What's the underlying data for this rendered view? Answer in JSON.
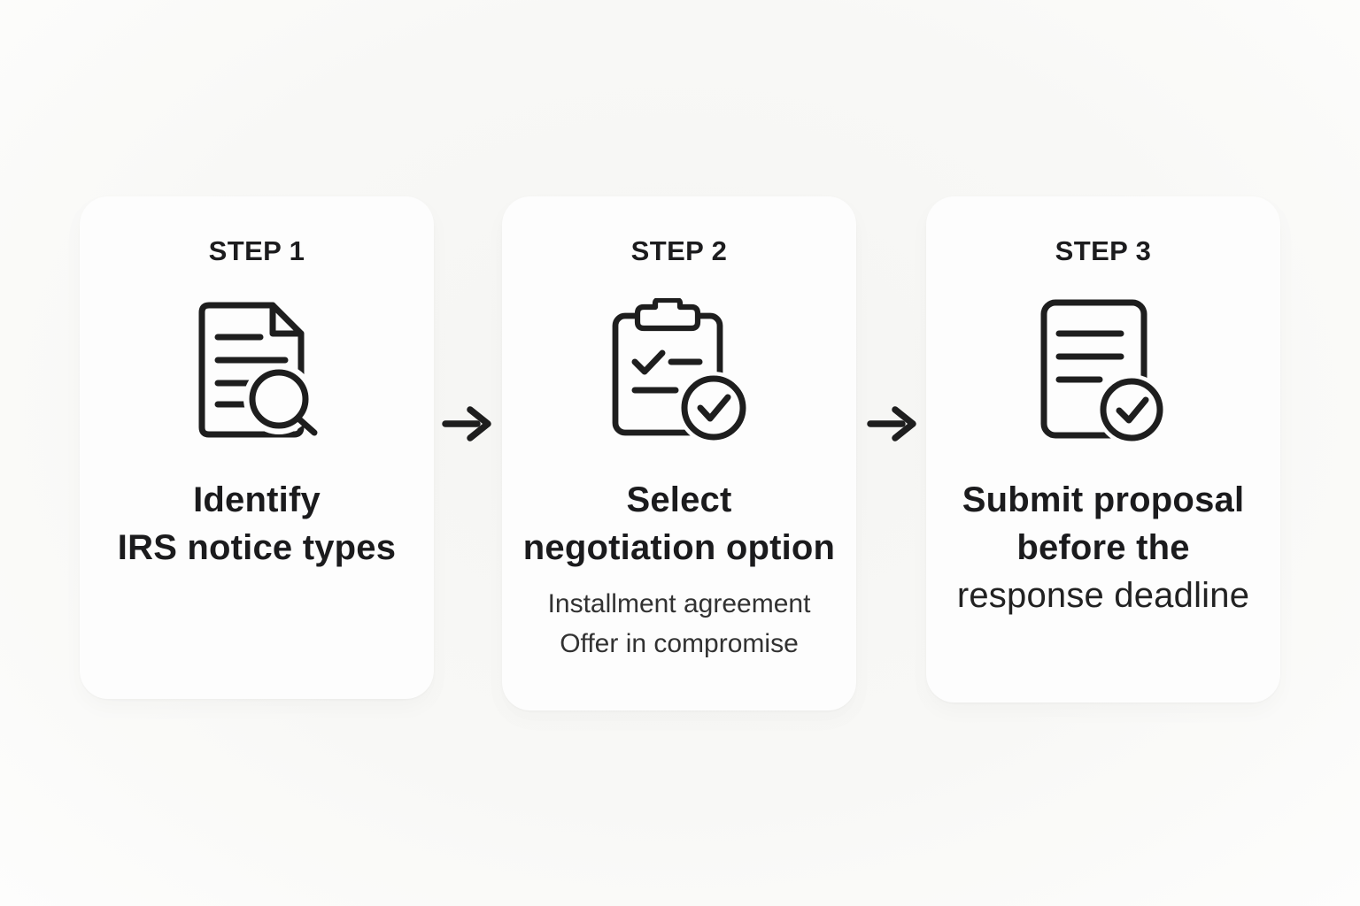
{
  "page": {
    "background_color": "#f8f8f6",
    "card_color": "#fdfdfd",
    "ink_color": "#1e1e1e"
  },
  "steps": [
    {
      "label": "STEP 1",
      "icon": "document-search-icon",
      "title_lines": [
        "Identify",
        "IRS notice types"
      ],
      "subtitle_lines": []
    },
    {
      "label": "STEP 2",
      "icon": "clipboard-check-icon",
      "title_lines": [
        "Select",
        "negotiation option"
      ],
      "subtitle_lines": [
        "Installment agreement",
        "Offer in compromise"
      ]
    },
    {
      "label": "STEP 3",
      "icon": "document-check-icon",
      "title_lines": [
        "Submit proposal",
        "before the",
        "response deadline"
      ],
      "subtitle_lines": []
    }
  ],
  "connectors": [
    {
      "icon": "arrow-right-icon"
    },
    {
      "icon": "arrow-right-icon"
    }
  ]
}
